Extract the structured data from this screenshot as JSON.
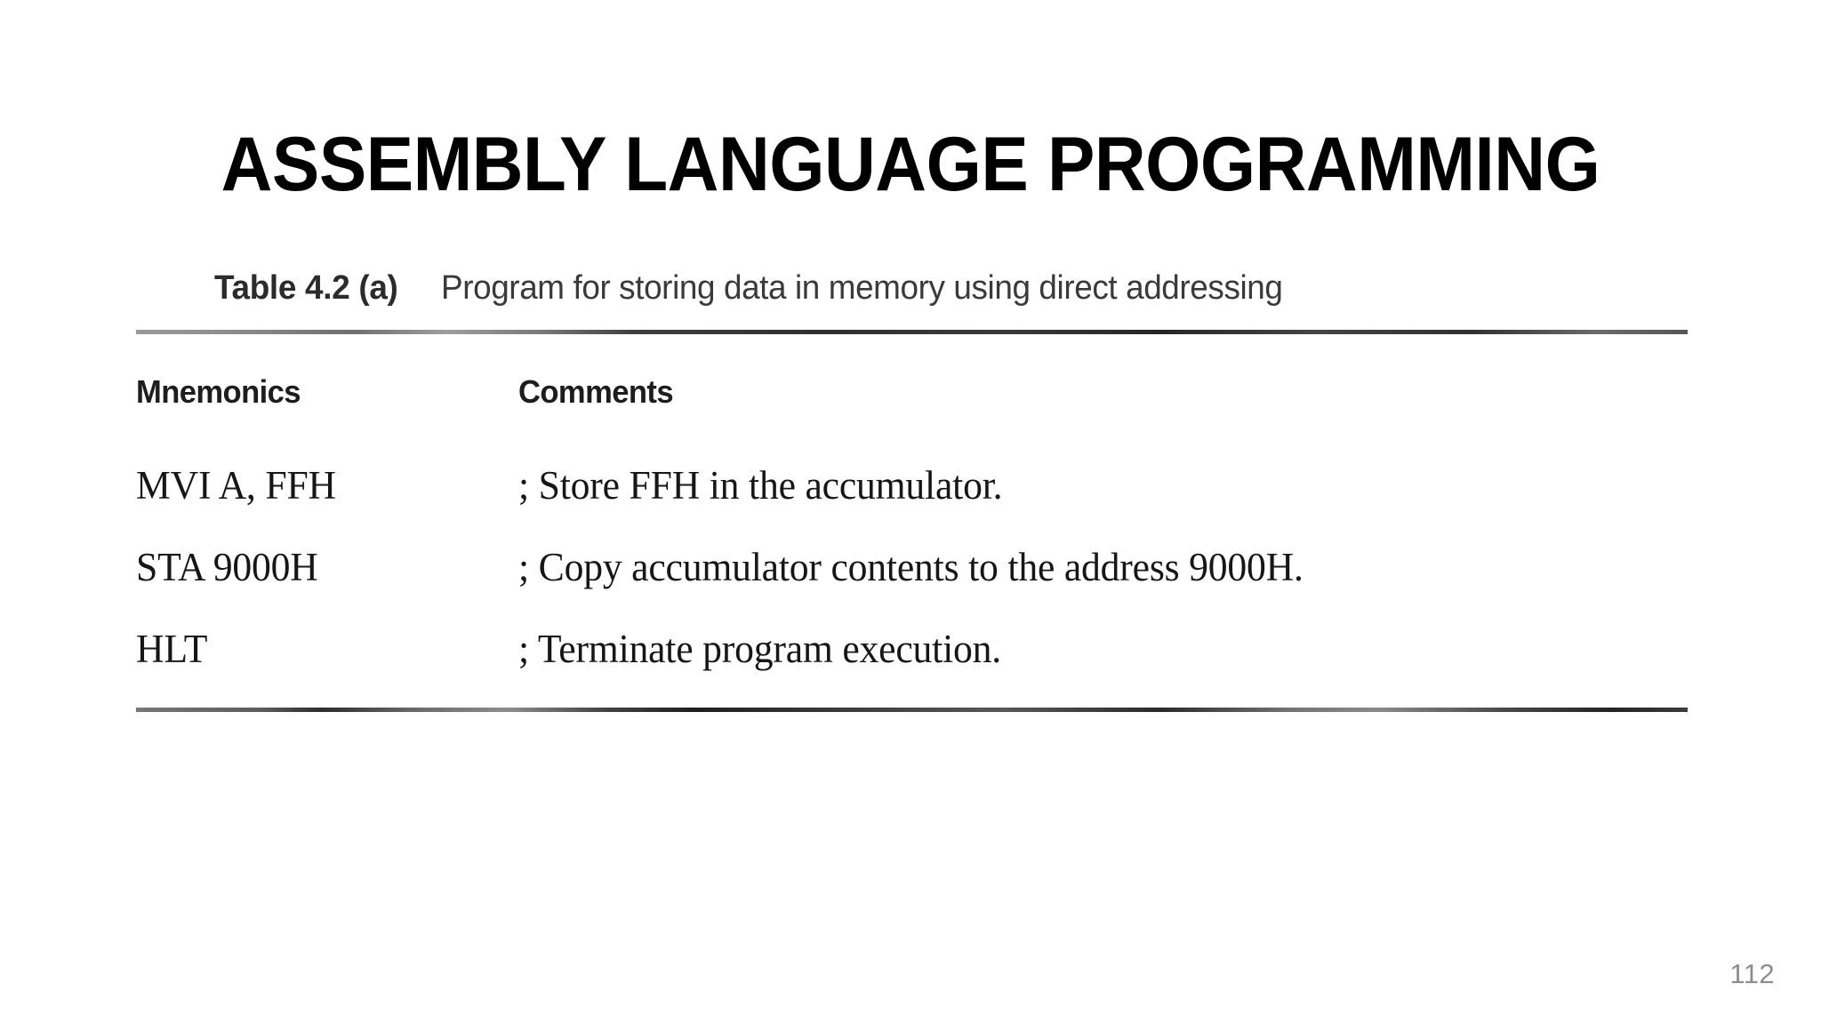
{
  "slide": {
    "title": "ASSEMBLY LANGUAGE PROGRAMMING",
    "page_number": "112",
    "background_color": "#ffffff",
    "title_color": "#000000",
    "page_number_color": "#8d8d8d"
  },
  "figure": {
    "caption_label": "Table 4.2 (a)",
    "caption_text": "Program for storing data in memory using direct addressing",
    "columns": [
      {
        "key": "mnemonics",
        "header": "Mnemonics"
      },
      {
        "key": "comments",
        "header": "Comments"
      }
    ],
    "rows": [
      {
        "mnemonics": "MVI A, FFH",
        "comments": "; Store FFH in the accumulator."
      },
      {
        "mnemonics": "STA 9000H",
        "comments": "; Copy accumulator contents to the address 9000H."
      },
      {
        "mnemonics": "HLT",
        "comments": "; Terminate program execution."
      }
    ]
  }
}
